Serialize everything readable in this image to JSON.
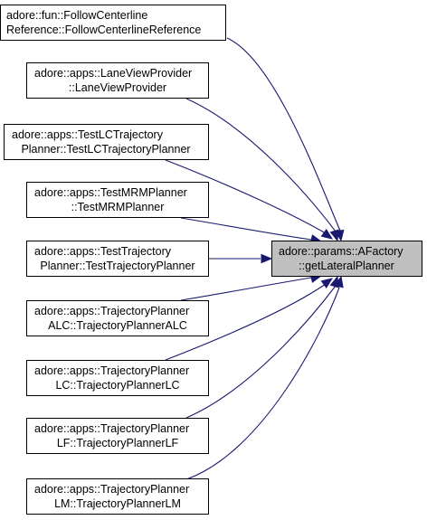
{
  "colors": {
    "edge": "#191970",
    "target_fill": "#bfbfbf",
    "node_fill": "#ffffff",
    "border": "#000000"
  },
  "target": {
    "line1": "adore::params::AFactory",
    "line2": "::getLateralPlanner"
  },
  "callers": [
    {
      "line1": "adore::fun::FollowCenterline",
      "line2": "Reference::FollowCenterlineReference"
    },
    {
      "line1": "adore::apps::LaneViewProvider",
      "line2": "::LaneViewProvider"
    },
    {
      "line1": "adore::apps::TestLCTrajectory",
      "line2": "Planner::TestLCTrajectoryPlanner"
    },
    {
      "line1": "adore::apps::TestMRMPlanner",
      "line2": "::TestMRMPlanner"
    },
    {
      "line1": "adore::apps::TestTrajectory",
      "line2": "Planner::TestTrajectoryPlanner"
    },
    {
      "line1": "adore::apps::TrajectoryPlanner",
      "line2": "ALC::TrajectoryPlannerALC"
    },
    {
      "line1": "adore::apps::TrajectoryPlanner",
      "line2": "LC::TrajectoryPlannerLC"
    },
    {
      "line1": "adore::apps::TrajectoryPlanner",
      "line2": "LF::TrajectoryPlannerLF"
    },
    {
      "line1": "adore::apps::TrajectoryPlanner",
      "line2": "LM::TrajectoryPlannerLM"
    }
  ]
}
